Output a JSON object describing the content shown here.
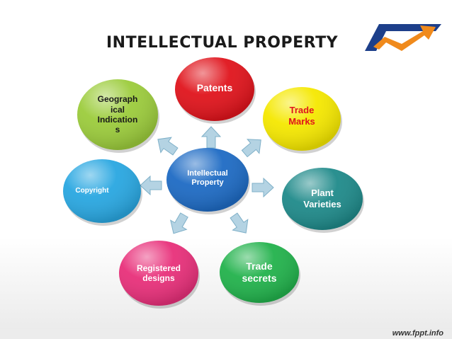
{
  "title": "INTELLECTUAL PROPERTY",
  "footer": "www.fppt.info",
  "center": {
    "label": "Intellectual\nProperty"
  },
  "nodes": [
    {
      "id": "patents",
      "label": "Patents",
      "color": "#e0141c"
    },
    {
      "id": "trade-marks",
      "label": "Trade\nMarks",
      "color": "#f5e800"
    },
    {
      "id": "plant-varieties",
      "label": "Plant\nVarieties",
      "color": "#1f8a8a"
    },
    {
      "id": "trade-secrets",
      "label": "Trade\nsecrets",
      "color": "#22b24c"
    },
    {
      "id": "registered-designs",
      "label": "Registered\ndesigns",
      "color": "#e8307a"
    },
    {
      "id": "copyright",
      "label": "Copyright",
      "color": "#29a7e1"
    },
    {
      "id": "geographical-indications",
      "label": "Geograph\nical\nIndication\ns",
      "color": "#9ccc3c"
    }
  ],
  "colors": {
    "center": "#1e6bc4",
    "arrow": "#b4d3e3",
    "arrow_stroke": "#7fb0c8",
    "node_text": "#ffffff",
    "trade_marks_text": "#e0141c",
    "geo_text": "#1a1a1a",
    "copyright_text": "#ffffff"
  }
}
